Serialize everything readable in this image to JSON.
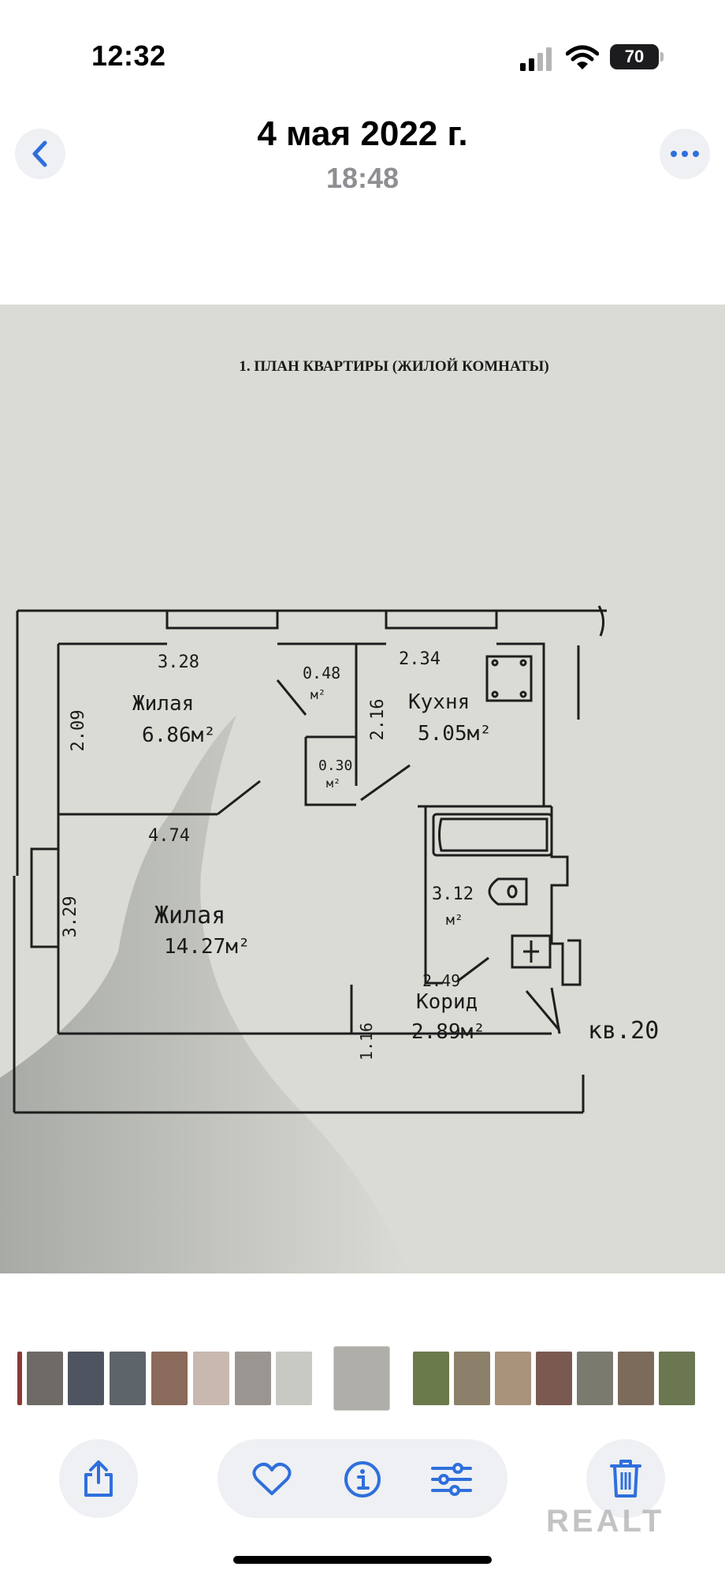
{
  "status_bar": {
    "time": "12:32",
    "battery": "70",
    "icons": [
      "signal-icon",
      "wifi-icon",
      "battery-icon"
    ]
  },
  "header": {
    "title": "4 мая 2022 г.",
    "subtitle": "18:48",
    "back_icon": "chevron-left-icon",
    "more_icon": "ellipsis-icon"
  },
  "photo": {
    "heading": "1. ПЛАН КВАРТИРЫ (ЖИЛОЙ КОМНАТЫ)",
    "labels": {
      "room1_name": "Жилая",
      "room1_area": "6.86м²",
      "room1_width": "3.28",
      "room1_height": "2.09",
      "closet1_area": "0.48",
      "closet1_unit": "м²",
      "closet2_area": "0.30",
      "closet2_unit": "м²",
      "kitchen_name": "Кухня",
      "kitchen_area": "5.05м²",
      "kitchen_width": "2.34",
      "kitchen_height": "2.16",
      "room2_name": "Жилая",
      "room2_area": "14.27м²",
      "room2_width": "4.74",
      "room2_height": "3.29",
      "bath_area": "3.12",
      "bath_unit": "м²",
      "corridor_name": "Корид",
      "corridor_area": "2.89м²",
      "corridor_width": "2.49",
      "corridor_height": "1.16",
      "apartment": "кв.20"
    }
  },
  "thumbnails": {
    "colors": [
      "#8a3a36",
      "#6e6a66",
      "#4e5560",
      "#5d646a",
      "#8a6a5a",
      "#c8b8b0",
      "#9a9590",
      "#c9c9c4",
      "#b0aea8",
      "#6a7a4a",
      "#8c806a",
      "#a8927a",
      "#7a5a50",
      "#7b7a6e",
      "#7c6a5a",
      "#6b7750"
    ]
  },
  "toolbar": {
    "share_icon": "share-icon",
    "favorite_icon": "heart-icon",
    "info_icon": "info-icon",
    "adjust_icon": "sliders-icon",
    "delete_icon": "trash-icon",
    "accent": "#2f6fdc"
  },
  "watermark": "REALT"
}
